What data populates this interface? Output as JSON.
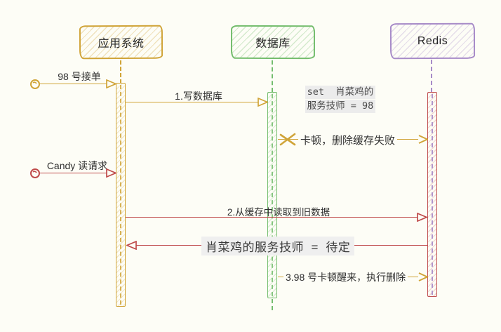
{
  "diagram": {
    "type": "sequence-diagram",
    "actors": {
      "app": {
        "label": "应用系统",
        "color": "#d0a438"
      },
      "db": {
        "label": "数据库",
        "color": "#74bd6d"
      },
      "redis": {
        "label": "Redis",
        "color": "#a78bc8",
        "activation_color": "#bf4a4a"
      }
    },
    "messages": {
      "m1": {
        "label": "98 号接单",
        "from": "external",
        "to": "app",
        "color": "#d0a438"
      },
      "m2": {
        "label": "1.写数据库",
        "from": "app",
        "to": "db",
        "color": "#d0a438"
      },
      "m3": {
        "label": "卡顿，删除缓存失败",
        "from": "db",
        "to": "redis",
        "color": "#d0a438",
        "failed": true
      },
      "m4": {
        "label": "Candy 读请求",
        "from": "external",
        "to": "app",
        "color": "#bf4a4a"
      },
      "m5": {
        "label": "2.从缓存中读取到旧数据",
        "from": "app",
        "to": "redis",
        "color": "#bf4a4a"
      },
      "m6": {
        "label": "肖菜鸡的服务技师  =  待定",
        "from": "redis",
        "to": "app",
        "color": "#bf4a4a",
        "kind": "return"
      },
      "m7": {
        "label": "3.98 号卡顿醒来，执行删除",
        "from": "db",
        "to": "redis",
        "color": "#d0a438"
      }
    },
    "annotations": {
      "set_note": {
        "line1": "set  肖菜鸡的",
        "line2": "服务技师 = 98"
      }
    },
    "colors": {
      "yellow": "#d0a438",
      "green": "#74bd6d",
      "purple": "#a78bc8",
      "red": "#bf4a4a",
      "background": "#fdfdf6",
      "code_background": "#ececec",
      "text": "#2f2f2f"
    }
  }
}
